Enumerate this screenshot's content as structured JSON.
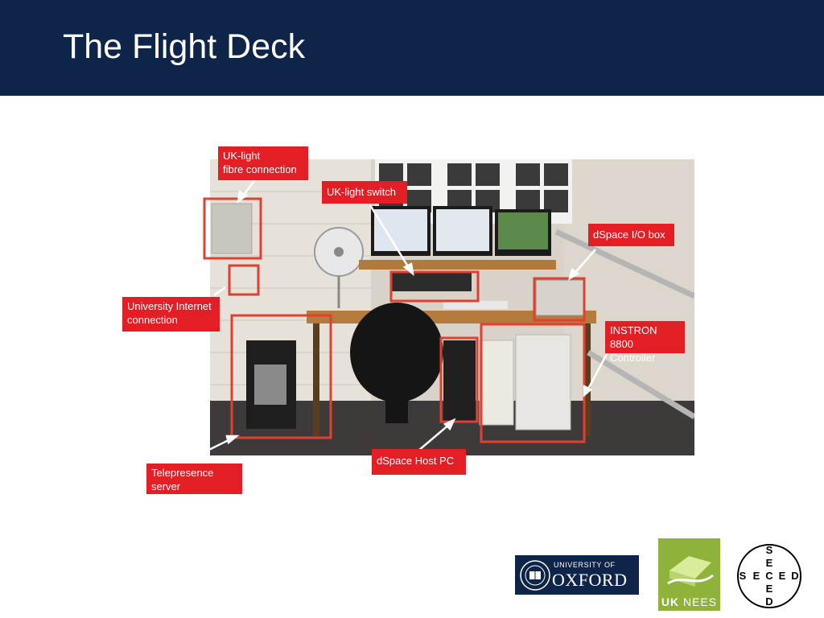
{
  "slide": {
    "title": "The Flight Deck"
  },
  "callouts": {
    "uklight_fibre": [
      "UK-light",
      "fibre connection"
    ],
    "uklight_switch": "UK-light switch",
    "dspace_io": "dSpace I/O box",
    "university_internet": [
      "University Internet",
      "connection"
    ],
    "instron": [
      "INSTRON 8800",
      "Controller"
    ],
    "telepresence": [
      "Telepresence",
      "server"
    ],
    "dspace_host": "dSpace Host PC"
  },
  "logos": {
    "oxford": {
      "line1": "UNIVERSITY OF",
      "line2": "OXFORD"
    },
    "uknees": {
      "part1": "UK",
      "part2": " NEES"
    },
    "seced": {
      "horizontal": [
        "S",
        "E",
        "C",
        "E",
        "D"
      ],
      "vertical": [
        "S",
        "E",
        "C",
        "E",
        "D"
      ]
    }
  },
  "colors": {
    "header_bg": "#0e2449",
    "callout_red": "#e31e24",
    "uknees_green": "#8fb33a"
  }
}
